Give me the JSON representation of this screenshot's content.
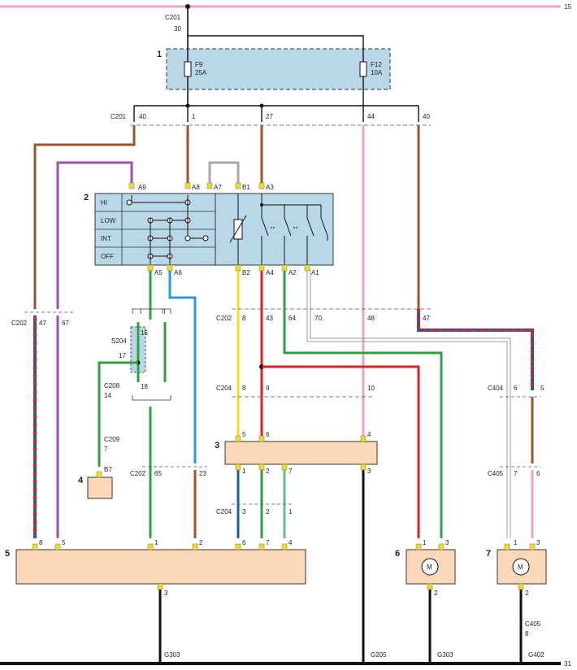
{
  "rails": {
    "top_label": "15",
    "bottom_label": "31"
  },
  "components": {
    "fuse_box": {
      "id": "1",
      "fuse_f9": {
        "name": "F9",
        "rating": "25A"
      },
      "fuse_f12": {
        "name": "F12",
        "rating": "10A"
      }
    },
    "switch": {
      "id": "2",
      "positions": [
        "HI",
        "LOW",
        "INT",
        "OFF"
      ],
      "pins_top": [
        "A9",
        "A8",
        "A7",
        "B1",
        "A3"
      ],
      "pins_bottom": [
        "A5",
        "A6",
        "B2",
        "A4",
        "A2",
        "A1"
      ]
    },
    "module3": {
      "id": "3"
    },
    "item4": {
      "id": "4",
      "pin": "B7"
    },
    "item5": {
      "id": "5"
    },
    "motor6": {
      "id": "6",
      "symbol": "M"
    },
    "motor7": {
      "id": "7",
      "symbol": "M"
    },
    "splice": {
      "name": "S204",
      "pins": [
        "16",
        "17",
        "18"
      ],
      "cols": [
        "I",
        "II"
      ]
    }
  },
  "connectors": {
    "c201_top": {
      "name": "C201",
      "pin": "30"
    },
    "c201_row": {
      "name": "C201",
      "pins": [
        "40",
        "1",
        "27",
        "44",
        "40"
      ]
    },
    "c202_left": {
      "name": "C202",
      "pins": [
        "47",
        "67"
      ]
    },
    "c202_mid": {
      "name": "C202",
      "pins": [
        "8",
        "43",
        "64",
        "70",
        "48",
        "47"
      ]
    },
    "c204_mid": {
      "name": "C204",
      "pins": [
        "8",
        "9",
        "10"
      ]
    },
    "c208": {
      "name": "C208",
      "pin": "14"
    },
    "c209": {
      "name": "C209",
      "pin": "7"
    },
    "c202_low": {
      "name": "C202",
      "pins": [
        "65",
        "23"
      ]
    },
    "c204_low": {
      "name": "C204",
      "pins": [
        "3",
        "2",
        "1"
      ]
    },
    "c404": {
      "name": "C404",
      "pins": [
        "6",
        "5"
      ]
    },
    "c405_mid": {
      "name": "C405",
      "pins": [
        "7",
        "6"
      ]
    },
    "c405_low": {
      "name": "C405",
      "pin": "8"
    }
  },
  "pins": {
    "m3_top": [
      "5",
      "6",
      "4"
    ],
    "m3_bottom": [
      "1",
      "2",
      "7",
      "3"
    ],
    "item5_top": [
      "8",
      "5",
      "1",
      "2",
      "6",
      "7",
      "4"
    ],
    "item5_bottom": "3",
    "motor6": [
      "1",
      "3",
      "2"
    ],
    "motor7": [
      "1",
      "3",
      "2"
    ]
  },
  "grounds": [
    "G303",
    "G205",
    "G303",
    "G402"
  ],
  "wire_colors": {
    "pink": "#f0a0c8",
    "brown": "#a0522d",
    "purple": "#9b4fb0",
    "grey": "#a8a8a8",
    "yellow": "#f0dc1e",
    "red": "#e02020",
    "green": "#2ea040",
    "lightgreen": "#5cc080",
    "blue": "#2a9ae0",
    "darkblue": "#1a5cb0",
    "black": "#111111",
    "component_blue": "#b8d8e8",
    "component_peach": "#fbd8b8"
  }
}
